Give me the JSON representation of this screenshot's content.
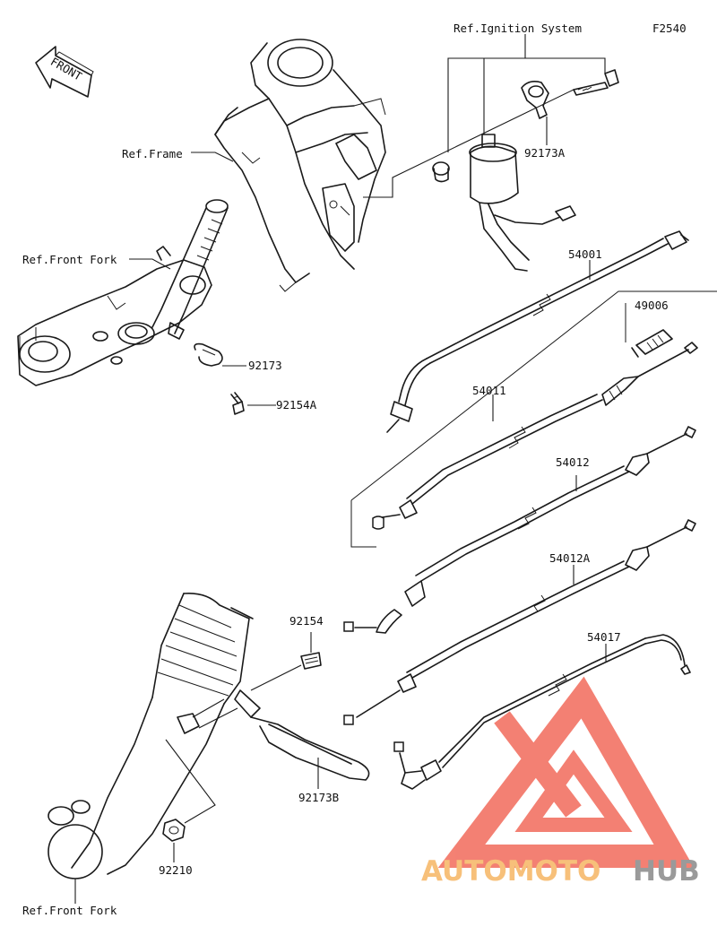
{
  "diagram": {
    "code": "F2540",
    "front_arrow": "FRONT",
    "refs": {
      "ignition": "Ref.Ignition System",
      "frame": "Ref.Frame",
      "front_fork_top": "Ref.Front Fork",
      "front_fork_bottom": "Ref.Front Fork"
    },
    "parts": {
      "p92173A": "92173A",
      "p54001": "54001",
      "p49006": "49006",
      "p54011": "54011",
      "p92173": "92173",
      "p92154A": "92154A",
      "p54012": "54012",
      "p54012A": "54012A",
      "p54017": "54017",
      "p92154": "92154",
      "p92173B": "92173B",
      "p92210": "92210"
    }
  },
  "watermark": {
    "brand_part1": "AUTOMOTO",
    "brand_part2": "HUB",
    "color_primary": "#f26b5b",
    "color_secondary": "#f7c07a",
    "color_hub": "#9a9a9a"
  }
}
